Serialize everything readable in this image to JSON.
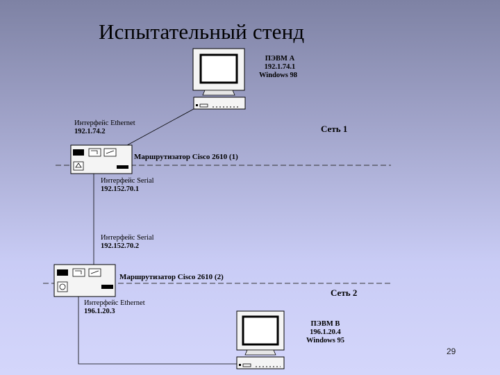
{
  "title": "Испытательный стенд",
  "page_number": "29",
  "computer_a": {
    "name": "ПЭВМ А",
    "ip": "192.1.74.1",
    "os": "Windows 98"
  },
  "computer_b": {
    "name": "ПЭВМ В",
    "ip": "196.1.20.4",
    "os": "Windows 95"
  },
  "router1": {
    "label": "Маршрутизатор Cisco 2610 (1)",
    "eth_title": "Интерфейс Ethernet",
    "eth_ip": "192.1.74.2",
    "serial_title": "Интерфейс Serial",
    "serial_ip": "192.152.70.1"
  },
  "router2": {
    "label": "Маршрутизатор Cisco 2610 (2)",
    "serial_title": "Интерфейс Serial",
    "serial_ip": "192.152.70.2",
    "eth_title": "Интерфейс Ethernet",
    "eth_ip": "196.1.20.3"
  },
  "networks": {
    "net1": "Сеть 1",
    "net2": "Сеть 2"
  }
}
